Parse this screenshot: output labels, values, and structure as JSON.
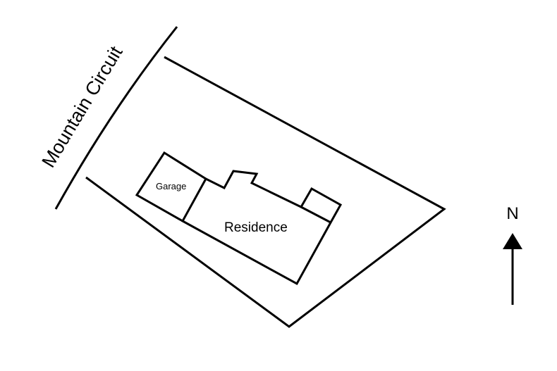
{
  "street": {
    "name": "Mountain Circuit"
  },
  "buildings": {
    "garage": {
      "label": "Garage"
    },
    "residence": {
      "label": "Residence"
    }
  },
  "compass": {
    "label": "N",
    "icon": "north-arrow-icon"
  },
  "colors": {
    "line": "#000000",
    "background": "#ffffff"
  }
}
